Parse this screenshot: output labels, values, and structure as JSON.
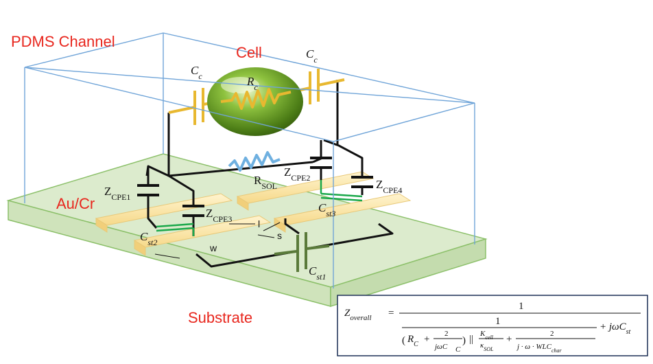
{
  "labels": {
    "pdms": "PDMS Channel",
    "cell": "Cell",
    "au_cr": "Au/Cr",
    "substrate": "Substrate",
    "cc": "C",
    "cc_sub": "c",
    "rc": "R",
    "rc_sub": "c",
    "rsol": "R",
    "rsol_sub": "SOL",
    "zcpe": "Z",
    "zcpe1_sub": "CPE1",
    "zcpe2_sub": "CPE2",
    "zcpe3_sub": "CPE3",
    "zcpe4_sub": "CPE4",
    "cst": "C",
    "cst1_sub": "st1",
    "cst2_sub": "st2",
    "cst3_sub": "st3",
    "dim_l": "l",
    "dim_s": "s",
    "dim_w": "w"
  },
  "equation": {
    "lhs": "Z",
    "lhs_sub": "overall",
    "equals": "=",
    "one_top": "1",
    "one_mid": "1",
    "open": "(",
    "rc": "R",
    "rc_sub": "C",
    "plus1": "+",
    "two1": "2",
    "jwc": "jωC",
    "jwc_sub": "C",
    "close": ")",
    "parallel": "||",
    "kcell": "K",
    "kcell_sub": "cell",
    "ksol": "κ",
    "ksol_sub": "SOL",
    "plus2": "+",
    "two2": "2",
    "jwwlc": "j · ω · WLC",
    "jwwlc_sub": "char",
    "tail": "+ jωC",
    "tail_sub": "st"
  },
  "colors": {
    "red_text": "#e8261d",
    "channel": "#6fa4d8",
    "substrate_fill": "#dcebcd",
    "substrate_edge": "#8cc06a",
    "gold": "#e8b830",
    "electrode": "#fbe7a8",
    "wire": "#111111",
    "resistor_blue": "#6fb0e0",
    "green_cap": "#1aa84a",
    "cst1_cap": "#5a7a3a",
    "cell_green": "#6a9a28"
  }
}
